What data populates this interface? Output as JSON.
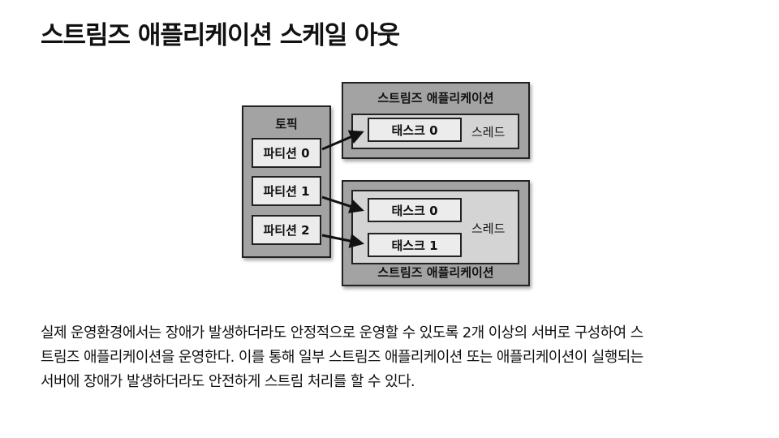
{
  "title": "스트림즈 애플리케이션 스케일 아웃",
  "diagram": {
    "topic": {
      "label": "토픽",
      "partitions": [
        "파티션 0",
        "파티션 1",
        "파티션 2"
      ]
    },
    "apps": [
      {
        "label": "스트림즈 애플리케이션",
        "thread_label": "스레드",
        "tasks": [
          "태스크 0"
        ]
      },
      {
        "label": "스트림즈 애플리케이션",
        "thread_label": "스레드",
        "tasks": [
          "태스크 0",
          "태스크 1"
        ]
      }
    ]
  },
  "paragraph": [
    "실제 운영환경에서는 장애가 발생하더라도 안정적으로 운영할 수 있도록 2개 이상의 서버로 구성하여 스",
    "트림즈 애플리케이션을 운영한다. 이를 통해 일부 스트림즈 애플리케이션 또는 애플리케이션이 실행되는",
    "서버에 장애가 발생하더라도 안전하게 스트림 처리를 할 수 있다."
  ]
}
